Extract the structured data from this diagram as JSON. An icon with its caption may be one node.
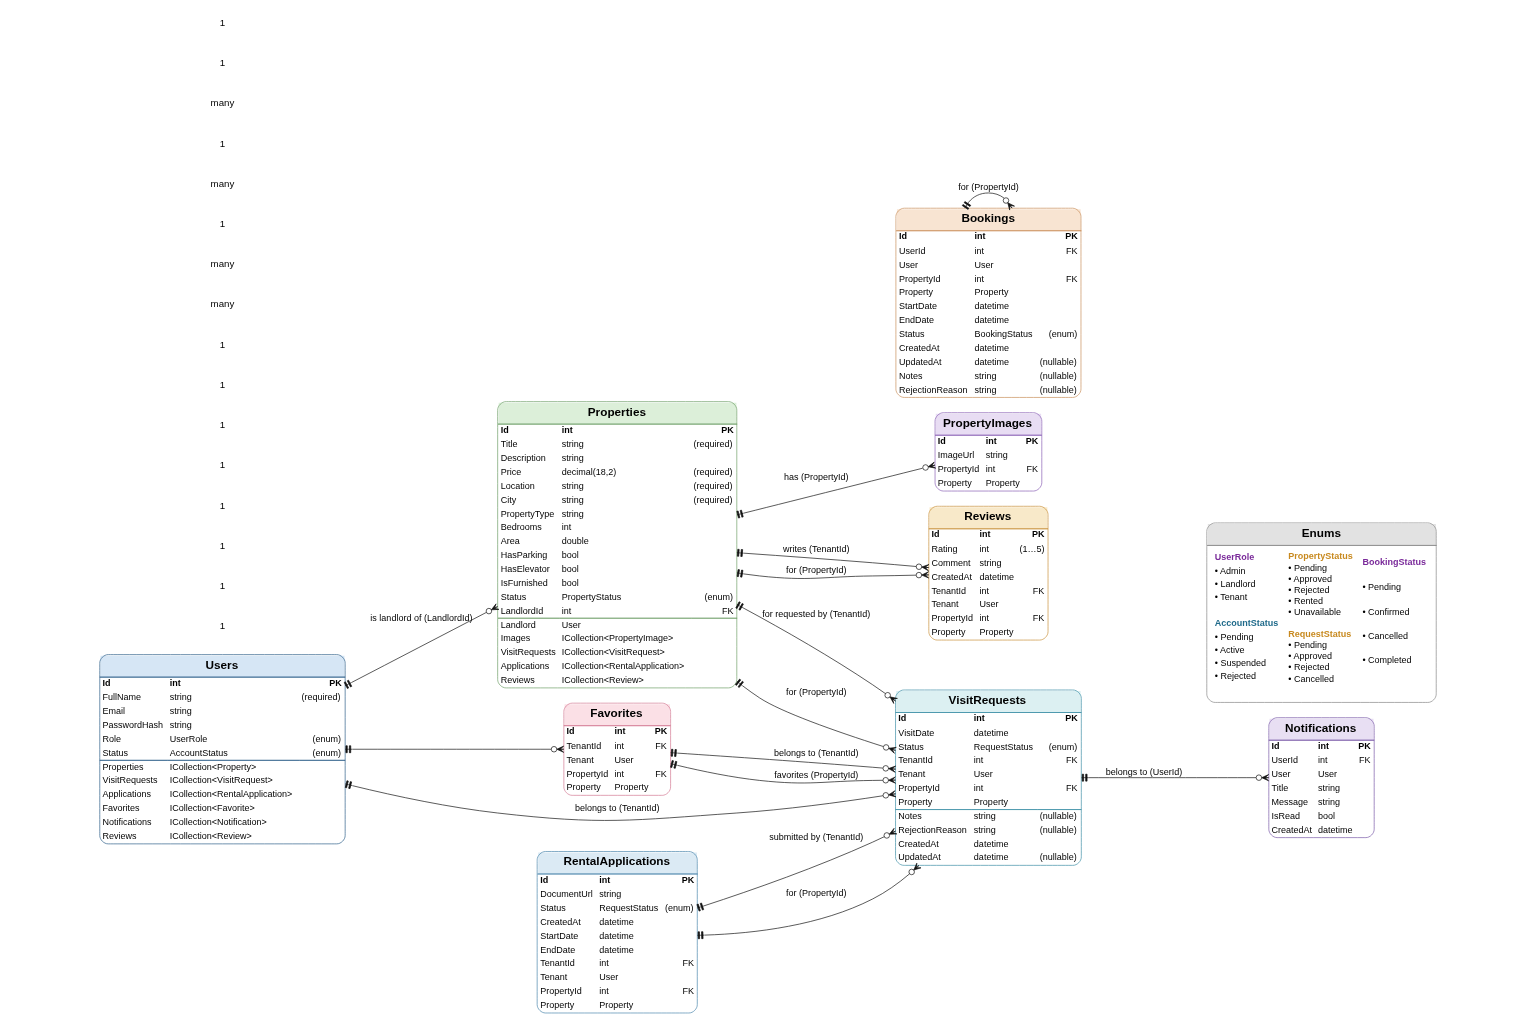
{
  "diagram": {
    "nodes": [
      {
        "text": [
          "Users",
          "Id int PK",
          "FullName string (required)",
          "Email string",
          "PasswordHash string",
          "Role UserRole (enum)",
          "Status AccountStatus (enum)",
          "Properties ICollection<Property>",
          "VisitRequests ICollection<VisitRequest>",
          "Applications ICollection<RentalApplication>",
          "Favorites ICollection<Favorite>",
          "Notifications ICollection<Notification>",
          "Reviews ICollection<Review>"
        ]
      },
      {
        "text": [
          "Properties",
          "Id int PK",
          "Title string (required)",
          "Description string",
          "Price decimal(18,2) (required)",
          "Location string (required)",
          "City string (required)",
          "PropertyType string",
          "Bedrooms int",
          "Area double",
          "HasParking bool",
          "HasElevator bool",
          "IsFurnished bool",
          "Status PropertyStatus (enum)",
          "LandlordId int FK",
          "Landlord User",
          "Images ICollection<PropertyImage>",
          "VisitRequests ICollection<VisitRequest>",
          "Applications ICollection<RentalApplication>",
          "Reviews ICollection<Review>"
        ]
      },
      {
        "text": [
          "PropertyImages",
          "Id int PK",
          "ImageUrl string",
          "PropertyId int FK",
          "Property Property"
        ]
      },
      {
        "text": [
          "Reviews",
          "Id int PK",
          "Rating int (1…5)",
          "Comment string",
          "CreatedAt datetime",
          "TenantId int FK",
          "Tenant User",
          "PropertyId int FK",
          "Property Property"
        ]
      },
      {
        "text": [
          "Favorites",
          "Id int PK",
          "TenantId int FK",
          "Tenant User",
          "PropertyId int FK",
          "Property Property"
        ]
      },
      {
        "text": [
          "RentalApplications",
          "Id int PK",
          "DocumentUrl string",
          "Status RequestStatus (enum)",
          "CreatedAt datetime",
          "StartDate datetime",
          "EndDate datetime",
          "TenantId int FK",
          "Tenant User",
          "PropertyId int FK",
          "Property Property"
        ]
      },
      {
        "text": [
          "VisitRequests",
          "Id int PK",
          "VisitDate datetime",
          "Status RequestStatus (enum)",
          "TenantId int FK",
          "Tenant User",
          "PropertyId int FK",
          "Property Property",
          "Notes string (nullable)",
          "RejectionReason string (nullable)",
          "CreatedAt datetime",
          "UpdatedAt datetime (nullable)"
        ]
      },
      {
        "text": [
          "Enums",
          "UserRole",
          "• Admin",
          "• Landlord",
          "• Tenant",
          "AccountStatus",
          "• Pending",
          "• Active",
          "• Suspended",
          "• Rejected",
          "PropertyStatus",
          "• Pending",
          "• Approved",
          "• Rejected",
          "• Rented",
          "• Unavailable",
          "RequestStatus",
          "• Pending",
          "• Approved",
          "• Rejected",
          "• Cancelled",
          "BookingStatus",
          "• Pending",
          "• Confirmed",
          "• Cancelled",
          "• Completed"
        ]
      },
      {
        "text": [
          "Bookings",
          "Id int PK",
          "UserId int FK",
          "User User",
          "PropertyId int FK",
          "Property Property",
          "StartDate datetime",
          "EndDate datetime",
          "Status BookingStatus (enum)",
          "CreatedAt datetime",
          "UpdatedAt datetime (nullable)",
          "Notes string (nullable)",
          "RejectionReason string (nullable)"
        ]
      },
      {
        "text": [
          "Notifications",
          "Id int PK",
          "UserId int FK",
          "User User",
          "Title string",
          "Message string",
          "IsRead bool",
          "CreatedAt datetime"
        ]
      }
    ],
    "edges": [
      {
        "from": 0,
        "to": 1,
        "arrow": "other",
        "label": "is landlord of (LandlordId)"
      },
      {
        "from": 1,
        "to": 2,
        "arrow": "other",
        "label": "has (PropertyId)"
      },
      {
        "from": 1,
        "to": 3,
        "arrow": "other",
        "label": "writes (TenantId)"
      },
      {
        "from": 1,
        "to": 3,
        "arrow": "other",
        "label": "for (PropertyId)"
      },
      {
        "from": 0,
        "to": 4,
        "arrow": "other"
      },
      {
        "from": 0,
        "to": 6,
        "arrow": "other",
        "label": "belongs to (TenantId)"
      },
      {
        "from": 4,
        "to": 6,
        "arrow": "other",
        "label": "belongs to (TenantId)"
      },
      {
        "from": 4,
        "to": 6,
        "arrow": "other",
        "label": "favorites (PropertyId)"
      },
      {
        "from": 1,
        "to": 6,
        "arrow": "other",
        "label": "for requested by (TenantId)"
      },
      {
        "from": 1,
        "to": 6,
        "arrow": "other",
        "label": "for (PropertyId)"
      },
      {
        "from": 5,
        "to": 6,
        "arrow": "other",
        "label": "submitted by (TenantId)"
      },
      {
        "from": 5,
        "to": 6,
        "arrow": "other",
        "label": "for (PropertyId)"
      },
      {
        "from": 8,
        "to": 8,
        "arrow": "other",
        "label": "for (PropertyId)"
      },
      {
        "from": 6,
        "to": 9,
        "arrow": "other",
        "label": "belongs to (UserId)"
      }
    ],
    "labels": [
      "1",
      "1",
      "1",
      "1",
      "1",
      "1",
      "1",
      "1",
      "many",
      "many",
      "1",
      "many",
      "1",
      "many",
      "1",
      "1"
    ]
  }
}
